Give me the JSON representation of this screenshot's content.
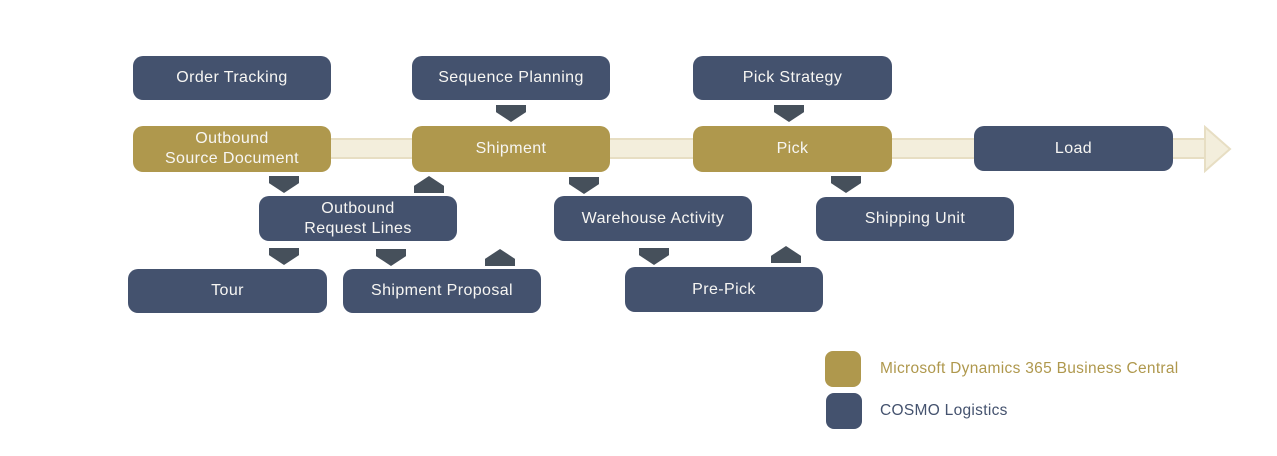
{
  "colors": {
    "business_central_gold": "#AF984D",
    "cosmo_blue": "#44526E",
    "connector_arrow": "#46505B",
    "flow_arrow_fill": "#F3EEDC",
    "flow_arrow_border": "#E7DEC3",
    "node_text": "#F7F6F3",
    "background": "#FFFFFF"
  },
  "nodes": {
    "order_tracking": {
      "label": "Order Tracking",
      "category": "COSMO Logistics"
    },
    "sequence_planning": {
      "label": "Sequence Planning",
      "category": "COSMO Logistics"
    },
    "pick_strategy": {
      "label": "Pick Strategy",
      "category": "COSMO Logistics"
    },
    "outbound_source_document": {
      "label": "Outbound\nSource Document",
      "category": "Microsoft Dynamics 365 Business Central"
    },
    "shipment": {
      "label": "Shipment",
      "category": "Microsoft Dynamics 365 Business Central"
    },
    "pick": {
      "label": "Pick",
      "category": "Microsoft Dynamics 365 Business Central"
    },
    "load": {
      "label": "Load",
      "category": "COSMO Logistics"
    },
    "outbound_request_lines": {
      "label": "Outbound\nRequest Lines",
      "category": "COSMO Logistics"
    },
    "warehouse_activity": {
      "label": "Warehouse Activity",
      "category": "COSMO Logistics"
    },
    "shipping_unit": {
      "label": "Shipping Unit",
      "category": "COSMO Logistics"
    },
    "tour": {
      "label": "Tour",
      "category": "COSMO Logistics"
    },
    "shipment_proposal": {
      "label": "Shipment Proposal",
      "category": "COSMO Logistics"
    },
    "pre_pick": {
      "label": "Pre-Pick",
      "category": "COSMO Logistics"
    }
  },
  "main_flow_sequence": [
    "Outbound Source Document",
    "Shipment",
    "Pick",
    "Load"
  ],
  "connections": [
    {
      "from": "Sequence Planning",
      "to": "Shipment",
      "direction": "down"
    },
    {
      "from": "Pick Strategy",
      "to": "Pick",
      "direction": "down"
    },
    {
      "from": "Outbound Source Document",
      "to": "Outbound Request Lines",
      "direction": "down"
    },
    {
      "from": "Outbound Request Lines",
      "to": "Shipment",
      "direction": "up"
    },
    {
      "from": "Shipment",
      "to": "Warehouse Activity",
      "direction": "down"
    },
    {
      "from": "Pick",
      "to": "Shipping Unit",
      "direction": "down"
    },
    {
      "from": "Outbound Request Lines",
      "to": "Tour",
      "direction": "down"
    },
    {
      "from": "Outbound Request Lines",
      "to": "Shipment Proposal",
      "direction": "down"
    },
    {
      "from": "Shipment Proposal",
      "to": "Shipment",
      "direction": "up"
    },
    {
      "from": "Warehouse Activity",
      "to": "Pre-Pick",
      "direction": "down"
    },
    {
      "from": "Pre-Pick",
      "to": "Pick",
      "direction": "up"
    }
  ],
  "legend": {
    "items": [
      {
        "label": "Microsoft Dynamics 365 Business Central",
        "color": "#AF984D"
      },
      {
        "label": "COSMO Logistics",
        "color": "#44526E"
      }
    ]
  }
}
